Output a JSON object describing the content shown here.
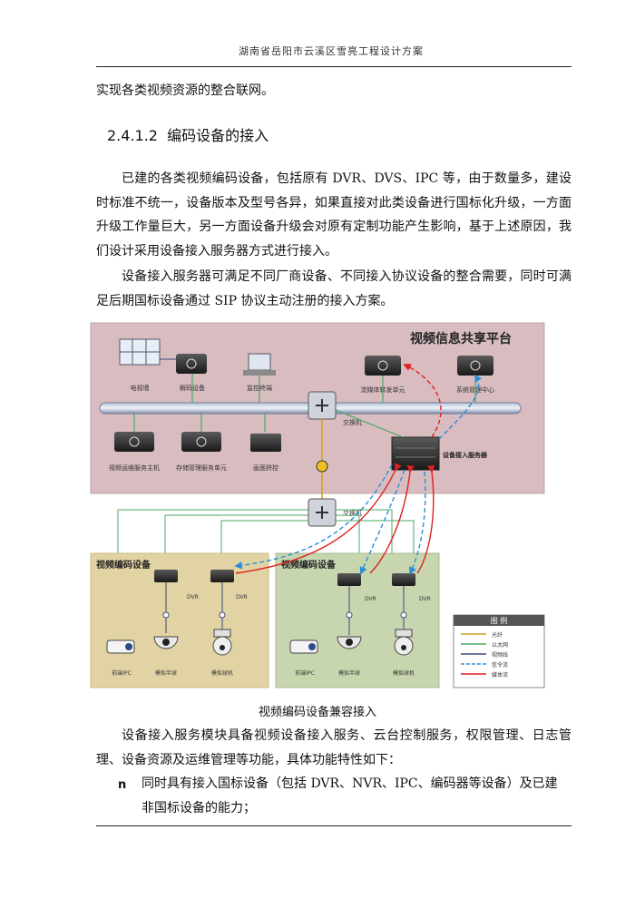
{
  "header": {
    "title": "湖南省岳阳市云溪区雪亮工程设计方案"
  },
  "intro_line": "实现各类视频资源的整合联网。",
  "section": {
    "number": "2.4.1.2",
    "title": "编码设备的接入"
  },
  "paragraphs": [
    "已建的各类视频编码设备，包括原有 DVR、DVS、IPC 等，由于数量多，建设时标准不统一，设备版本及型号各异，如果直接对此类设备进行国标化升级，一方面升级工作量巨大，另一方面设备升级会对原有定制功能产生影响，基于上述原因，我们设计采用设备接入服务器方式进行接入。",
    "设备接入服务器可满足不同厂商设备、不同接入协议设备的整合需要，同时可满足后期国标设备通过 SIP 协议主动注册的接入方案。"
  ],
  "diagram": {
    "platform_title": "视频信息共享平台",
    "top_devices": {
      "video_wall": "电视墙",
      "decoder": "解码设备",
      "monitor": "监控终端",
      "media_forward": "流媒体转发单元",
      "management": "系统管理中心"
    },
    "bottom_devices": {
      "analysis": "视频运维服务主机",
      "storage": "存储管理服务单元",
      "display": "画面拼控"
    },
    "switch_top": "交换机",
    "switch_bottom": "交换机",
    "access_server": "设备接入服务器",
    "left_group": {
      "title": "视频编码设备",
      "dvr1": "DVR",
      "dvr2": "DVR",
      "cam1": "前端IPC",
      "cam2": "模拟半球",
      "cam3": "模拟球机"
    },
    "right_group": {
      "title": "视频编码设备",
      "dvr1": "DVR",
      "dvr2": "DVR",
      "cam1": "前端IPC",
      "cam2": "模拟半球",
      "cam3": "模拟球机"
    },
    "legend": {
      "title": "图 例",
      "items": [
        "光纤",
        "以太网",
        "视频线",
        "信令流",
        "媒体流"
      ],
      "colors": [
        "#d4a020",
        "#4aa864",
        "#3a4a7a",
        "#2a8ed8",
        "#e02020"
      ]
    },
    "colors": {
      "platform_bg": "#d8bcc0",
      "left_bg": "#e2d3a4",
      "right_bg": "#c8d6b0"
    }
  },
  "caption": "视频编码设备兼容接入",
  "paragraph3": "设备接入服务模块具备视频设备接入服务、云台控制服务，权限管理、日志管理、设备资源及运维管理等功能，具体功能特性如下：",
  "bullet": {
    "marker": "n",
    "text": "同时具有接入国标设备（包括 DVR、NVR、IPC、编码器等设备）及已建非国标设备的能力；"
  }
}
